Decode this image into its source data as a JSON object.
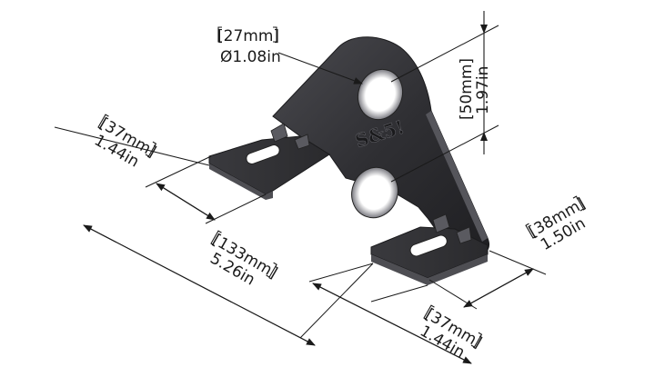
{
  "part": {
    "logo_text": "S&5!"
  },
  "dimensions": {
    "hole": {
      "mm": "[27mm]",
      "in": "Ø1.08in"
    },
    "hole_spacing": {
      "mm": "[50mm]",
      "in": "1.97in"
    },
    "left_tab": {
      "mm": "[37mm]",
      "in": "1.44in"
    },
    "overall_width": {
      "mm": "[133mm]",
      "in": "5.26in"
    },
    "right_tab": {
      "mm": "[37mm]",
      "in": "1.44in"
    },
    "depth": {
      "mm": "[38mm]",
      "in": "1.50in"
    }
  },
  "colors": {
    "metal_dark": "#2b2b2e",
    "metal_mid": "#3d3d41",
    "metal_light": "#6a6a70",
    "line": "#1a1a1a"
  }
}
